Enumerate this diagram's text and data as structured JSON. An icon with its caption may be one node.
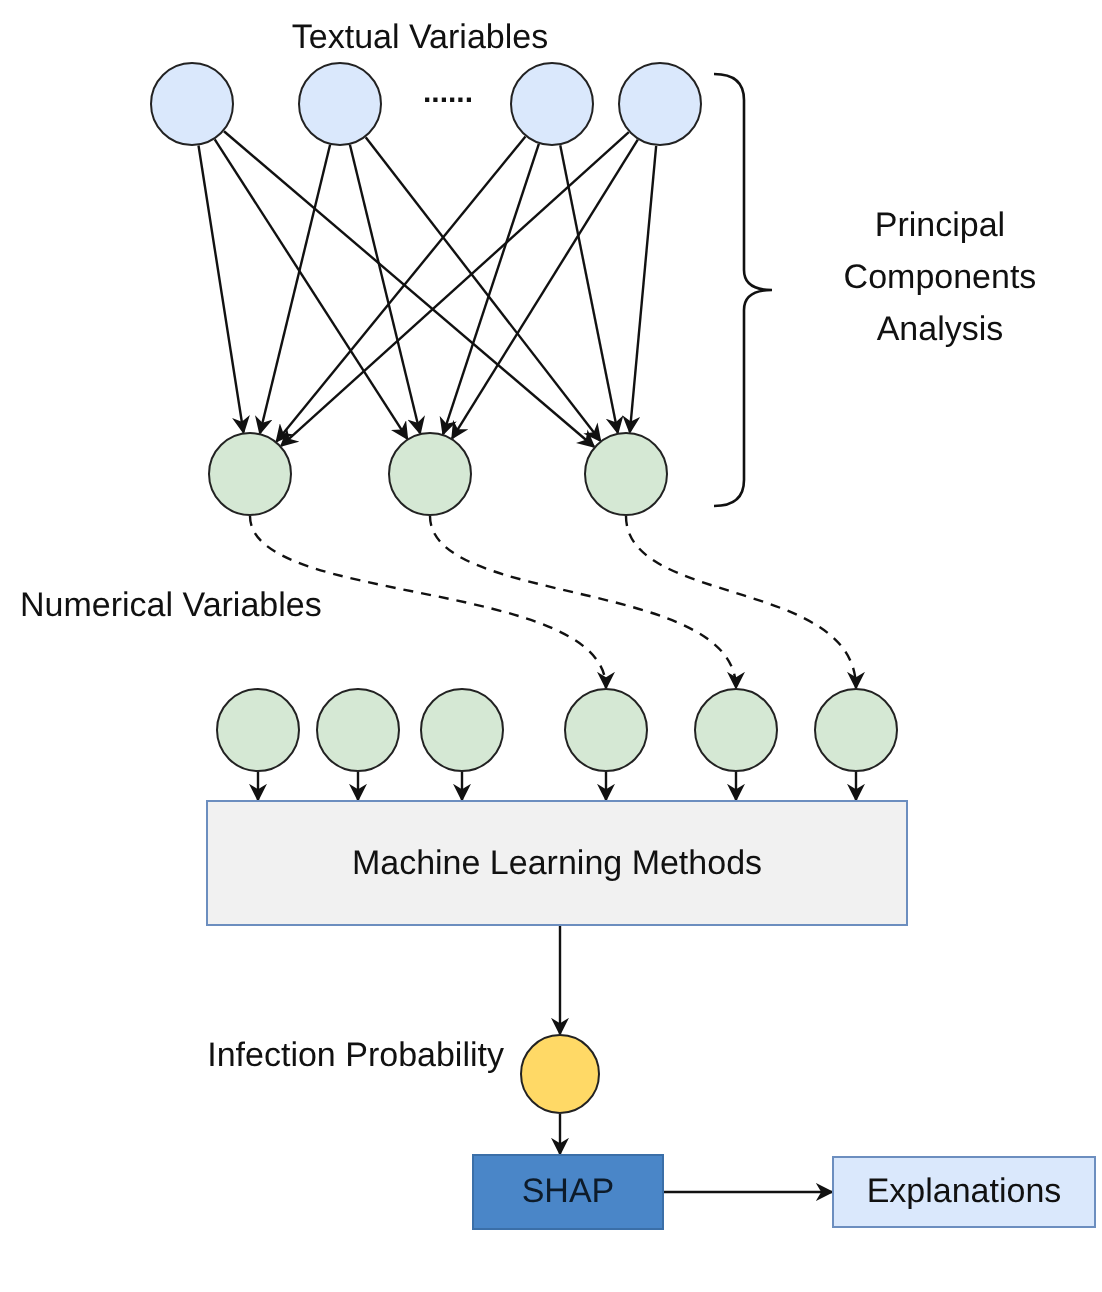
{
  "diagram": {
    "nodes": [
      {
        "text": [],
        "shape": "circle"
      },
      {
        "text": [],
        "shape": "circle"
      },
      {
        "text": [],
        "shape": "circle"
      },
      {
        "text": [],
        "shape": "circle"
      },
      {
        "text": [],
        "shape": "circle"
      },
      {
        "text": [],
        "shape": "circle"
      },
      {
        "text": [],
        "shape": "circle"
      },
      {
        "text": [],
        "shape": "circle"
      },
      {
        "text": [],
        "shape": "circle"
      },
      {
        "text": [],
        "shape": "circle"
      },
      {
        "text": [],
        "shape": "circle"
      },
      {
        "text": [],
        "shape": "circle"
      },
      {
        "text": [],
        "shape": "circle"
      },
      {
        "text": [
          "Machine Learning Methods"
        ]
      },
      {
        "text": [],
        "shape": "circle",
        "beside": [
          "Infection Probability"
        ]
      },
      {
        "text": [
          "SHAP"
        ]
      },
      {
        "text": [
          "Explanations"
        ]
      }
    ],
    "edges": [
      {
        "from": 0,
        "to": 4,
        "arrow": "to"
      },
      {
        "from": 0,
        "to": 5,
        "arrow": "to"
      },
      {
        "from": 0,
        "to": 6,
        "arrow": "to"
      },
      {
        "from": 1,
        "to": 4,
        "arrow": "to"
      },
      {
        "from": 1,
        "to": 5,
        "arrow": "to"
      },
      {
        "from": 1,
        "to": 6,
        "arrow": "to"
      },
      {
        "from": 2,
        "to": 4,
        "arrow": "to"
      },
      {
        "from": 2,
        "to": 5,
        "arrow": "to"
      },
      {
        "from": 2,
        "to": 6,
        "arrow": "to"
      },
      {
        "from": 3,
        "to": 4,
        "arrow": "to"
      },
      {
        "from": 3,
        "to": 5,
        "arrow": "to"
      },
      {
        "from": 3,
        "to": 6,
        "arrow": "to"
      },
      {
        "from": 4,
        "to": 10,
        "arrow": "to",
        "style": "dashed"
      },
      {
        "from": 5,
        "to": 11,
        "arrow": "to",
        "style": "dashed"
      },
      {
        "from": 6,
        "to": 12,
        "arrow": "to",
        "style": "dashed"
      },
      {
        "from": 7,
        "to": 13,
        "arrow": "to"
      },
      {
        "from": 8,
        "to": 13,
        "arrow": "to"
      },
      {
        "from": 9,
        "to": 13,
        "arrow": "to"
      },
      {
        "from": 10,
        "to": 13,
        "arrow": "to"
      },
      {
        "from": 11,
        "to": 13,
        "arrow": "to"
      },
      {
        "from": 12,
        "to": 13,
        "arrow": "to"
      },
      {
        "from": 13,
        "to": 14,
        "arrow": "to"
      },
      {
        "from": 14,
        "to": 15,
        "arrow": "to"
      },
      {
        "from": 15,
        "to": 16,
        "arrow": "to"
      }
    ],
    "labels": [
      "Textual Variables",
      "......",
      "Principal Components Analysis",
      "Numerical Variables"
    ]
  }
}
